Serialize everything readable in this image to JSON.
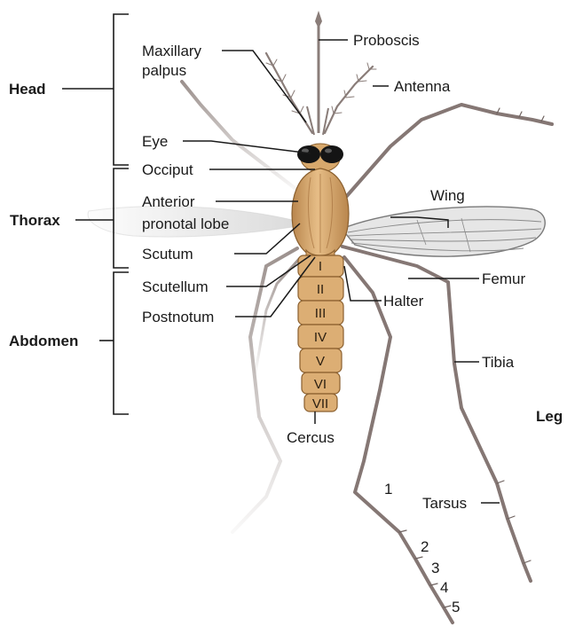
{
  "regions": {
    "head": "Head",
    "thorax": "Thorax",
    "abdomen": "Abdomen",
    "leg": "Leg"
  },
  "parts": {
    "proboscis": "Proboscis",
    "maxillary_palpus_1": "Maxillary",
    "maxillary_palpus_2": "palpus",
    "antenna": "Antenna",
    "eye": "Eye",
    "occiput": "Occiput",
    "anterior_pronotal_lobe_1": "Anterior",
    "anterior_pronotal_lobe_2": "pronotal lobe",
    "wing": "Wing",
    "scutum": "Scutum",
    "scutellum": "Scutellum",
    "postnotum": "Postnotum",
    "femur": "Femur",
    "halter": "Halter",
    "tibia": "Tibia",
    "cercus": "Cercus",
    "tarsus": "Tarsus"
  },
  "abdominal_segments": [
    "I",
    "II",
    "III",
    "IV",
    "V",
    "VI",
    "VII"
  ],
  "tarsal_segments": [
    "1",
    "2",
    "3",
    "4",
    "5"
  ],
  "colors": {
    "body": "#dcae74",
    "body_dark": "#b7834a",
    "leg": "#8a7d79",
    "eye": "#141414",
    "wing": "#e8e8e8"
  }
}
